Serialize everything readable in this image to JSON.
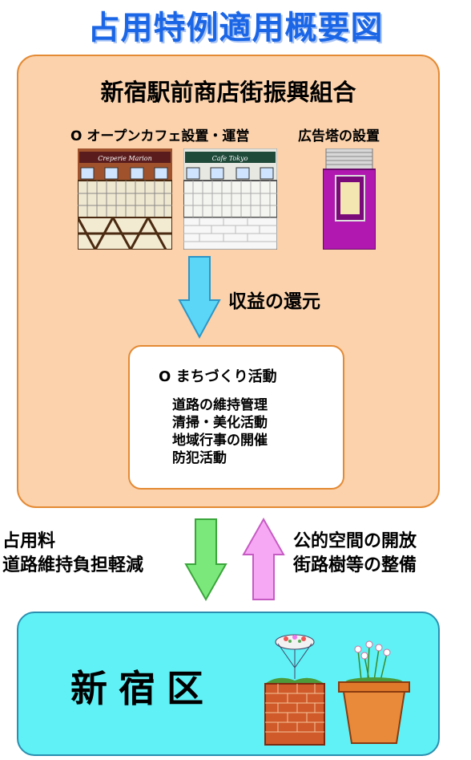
{
  "title": "占用特例適用概要図",
  "organization": "新宿駅前商店街振興組合",
  "upper": {
    "cafe_label": "O オープンカフェ設置・運営",
    "ad_label": "広告塔の設置",
    "cafe_sign_1": "Creperie Marion",
    "cafe_sign_2": "Cafe Tokyo"
  },
  "return_label": "収益の還元",
  "activities": {
    "title": "O まちづくり活動",
    "items": [
      "道路の維持管理",
      "清掃・美化活動",
      "地域行事の開催",
      "防犯活動"
    ]
  },
  "left_flow": [
    "占用料",
    "道路維持負担軽減"
  ],
  "right_flow": [
    "公的空間の開放",
    "街路樹等の整備"
  ],
  "ward": "新宿区",
  "colors": {
    "title": "#1a66e6",
    "upper_box": "#fbd2ac",
    "lower_box": "#5ff1f5",
    "arrow_blue": "#5bd6f7",
    "arrow_green": "#7be87b",
    "arrow_pink": "#f7a8f5"
  }
}
